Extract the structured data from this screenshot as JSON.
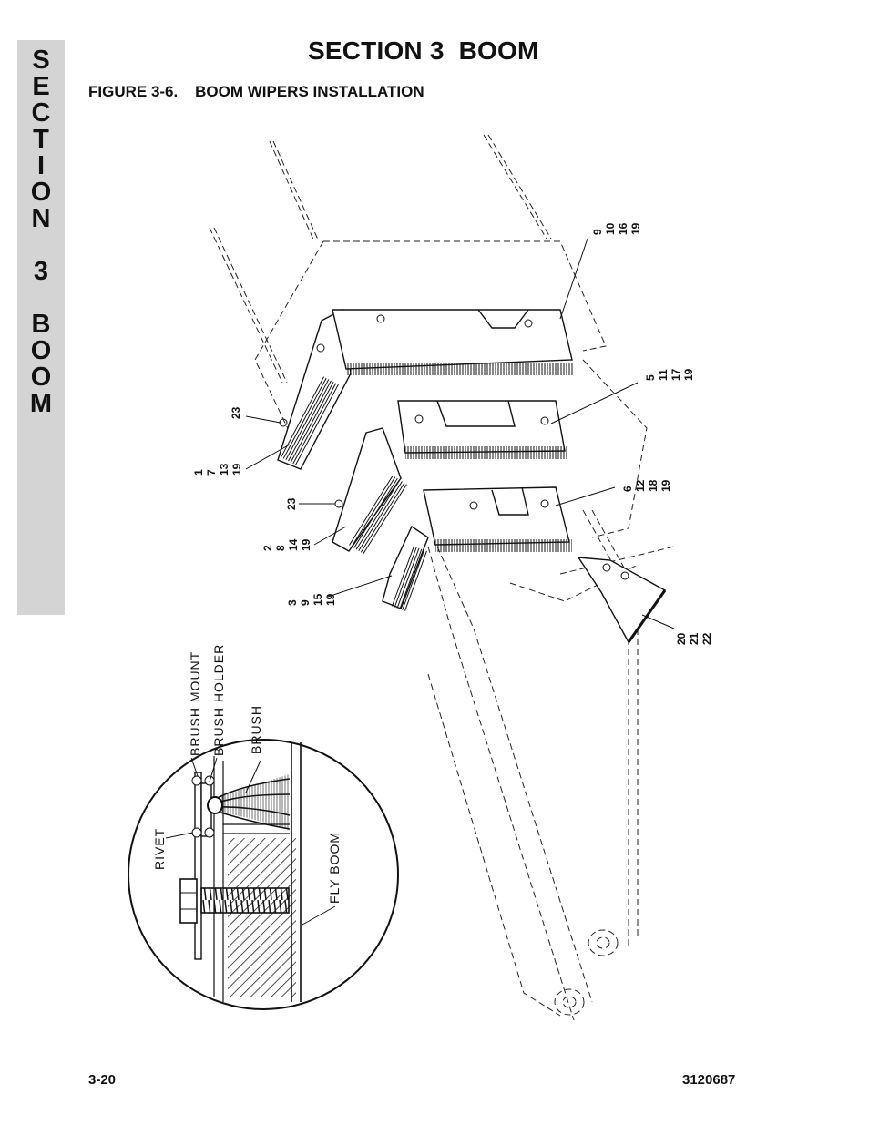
{
  "side_tab": {
    "letters": [
      "S",
      "E",
      "C",
      "T",
      "I",
      "O",
      "N",
      "",
      "3",
      "",
      "B",
      "O",
      "O",
      "M"
    ]
  },
  "page_title": "SECTION 3  BOOM",
  "figure_caption": "FIGURE 3-6.    BOOM WIPERS INSTALLATION",
  "footer": {
    "page_number": "3-20",
    "doc_number": "3120687"
  },
  "part_labels": {
    "g1": [
      "9",
      "10",
      "16",
      "19"
    ],
    "g2": [
      "5",
      "11",
      "17",
      "19"
    ],
    "g3": [
      "6",
      "12",
      "18",
      "19"
    ],
    "g4": [
      "20",
      "21",
      "22"
    ],
    "g5": [
      "23"
    ],
    "g6": [
      "1",
      "7",
      "13",
      "19"
    ],
    "g7": [
      "23"
    ],
    "g8": [
      "2",
      "8",
      "14",
      "19"
    ],
    "g9": [
      "3",
      "9",
      "15",
      "19"
    ]
  },
  "detail_callouts": {
    "brush_mount": "BRUSH MOUNT",
    "brush_holder": "BRUSH HOLDER",
    "brush": "BRUSH",
    "rivet": "RIVET",
    "fly_boom": "FLY BOOM"
  },
  "colors": {
    "tab_gray": "#d4d4d4",
    "ink": "#111111"
  }
}
